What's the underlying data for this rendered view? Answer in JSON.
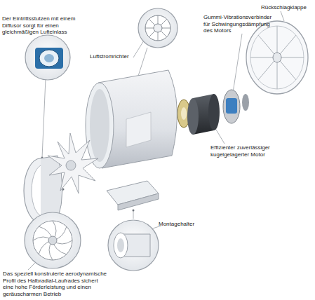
{
  "diagram": {
    "labels": [
      "Rückschlagklappe",
      "Gummi-Vibrationsverbinder für Schwingungsdämpfung des Motors",
      "Luftstromrichter",
      "Der Eintrittsstutzen mit einem Diffusor sorgt für einen gleichmäßigen Lufteinlass",
      "Effizienter zuverlässiger kugelgelagerter Motor",
      "Montagehalter",
      "Das speziell konstruierte aerodynamische Profil des Halbradial-Laufrades sichert eine hohe Förderleistung und einen geräuscharmen Betrieb"
    ]
  }
}
